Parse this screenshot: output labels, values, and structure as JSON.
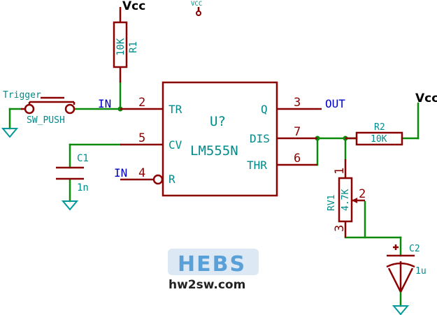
{
  "power": {
    "vcc_top": "Vcc",
    "vcc_small": "VCC",
    "vcc_right": "Vcc"
  },
  "r1": {
    "ref": "R1",
    "value": "10K"
  },
  "r2": {
    "ref": "R2",
    "value": "10K"
  },
  "rv1": {
    "ref": "RV1",
    "value": "4.7K",
    "pin1": "1",
    "pin2": "2",
    "pin3": "3"
  },
  "c1": {
    "ref": "C1",
    "value": "1n"
  },
  "c2": {
    "ref": "C2",
    "value": "1u"
  },
  "switch": {
    "label": "Trigger",
    "ref": "SW_PUSH"
  },
  "ic": {
    "ref": "U?",
    "part": "LM555N",
    "pins": {
      "tr": "TR",
      "cv": "CV",
      "r": "R",
      "q": "Q",
      "dis": "DIS",
      "thr": "THR"
    },
    "numbers": {
      "tr": "2",
      "cv": "5",
      "r": "4",
      "q": "3",
      "dis": "7",
      "thr": "6"
    }
  },
  "nets": {
    "in_trigger": "IN",
    "in_reset": "IN",
    "out": "OUT"
  },
  "logo": {
    "text": "HEBS",
    "url_text": "hw2sw.com",
    "color": "#5aa0d8"
  }
}
